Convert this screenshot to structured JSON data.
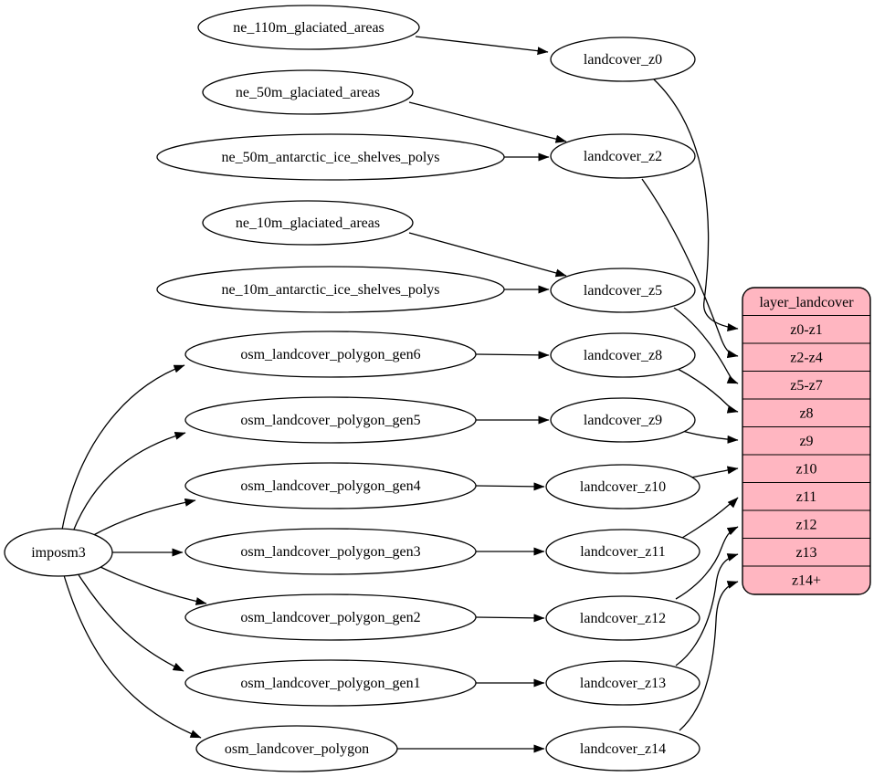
{
  "colors": {
    "table_fill": "#ffb6c1",
    "node_fill": "#ffffff",
    "edge_stroke": "#000000"
  },
  "nodes": {
    "ne_110m_glaciated_areas": "ne_110m_glaciated_areas",
    "ne_50m_glaciated_areas": "ne_50m_glaciated_areas",
    "ne_50m_antarctic_ice_shelves_polys": "ne_50m_antarctic_ice_shelves_polys",
    "ne_10m_glaciated_areas": "ne_10m_glaciated_areas",
    "ne_10m_antarctic_ice_shelves_polys": "ne_10m_antarctic_ice_shelves_polys",
    "osm_landcover_polygon_gen6": "osm_landcover_polygon_gen6",
    "osm_landcover_polygon_gen5": "osm_landcover_polygon_gen5",
    "osm_landcover_polygon_gen4": "osm_landcover_polygon_gen4",
    "osm_landcover_polygon_gen3": "osm_landcover_polygon_gen3",
    "osm_landcover_polygon_gen2": "osm_landcover_polygon_gen2",
    "osm_landcover_polygon_gen1": "osm_landcover_polygon_gen1",
    "osm_landcover_polygon": "osm_landcover_polygon",
    "imposm3": "imposm3",
    "landcover_z0": "landcover_z0",
    "landcover_z2": "landcover_z2",
    "landcover_z5": "landcover_z5",
    "landcover_z8": "landcover_z8",
    "landcover_z9": "landcover_z9",
    "landcover_z10": "landcover_z10",
    "landcover_z11": "landcover_z11",
    "landcover_z12": "landcover_z12",
    "landcover_z13": "landcover_z13",
    "landcover_z14": "landcover_z14"
  },
  "table": {
    "title": "layer_landcover",
    "rows": [
      "z0-z1",
      "z2-z4",
      "z5-z7",
      "z8",
      "z9",
      "z10",
      "z11",
      "z12",
      "z13",
      "z14+"
    ]
  },
  "edges": [
    {
      "from": "ne_110m_glaciated_areas",
      "to": "landcover_z0"
    },
    {
      "from": "ne_50m_glaciated_areas",
      "to": "landcover_z2"
    },
    {
      "from": "ne_50m_antarctic_ice_shelves_polys",
      "to": "landcover_z2"
    },
    {
      "from": "ne_10m_glaciated_areas",
      "to": "landcover_z5"
    },
    {
      "from": "ne_10m_antarctic_ice_shelves_polys",
      "to": "landcover_z5"
    },
    {
      "from": "osm_landcover_polygon_gen6",
      "to": "landcover_z8"
    },
    {
      "from": "osm_landcover_polygon_gen5",
      "to": "landcover_z9"
    },
    {
      "from": "osm_landcover_polygon_gen4",
      "to": "landcover_z10"
    },
    {
      "from": "osm_landcover_polygon_gen3",
      "to": "landcover_z11"
    },
    {
      "from": "osm_landcover_polygon_gen2",
      "to": "landcover_z12"
    },
    {
      "from": "osm_landcover_polygon_gen1",
      "to": "landcover_z13"
    },
    {
      "from": "osm_landcover_polygon",
      "to": "landcover_z14"
    },
    {
      "from": "imposm3",
      "to": "osm_landcover_polygon_gen6"
    },
    {
      "from": "imposm3",
      "to": "osm_landcover_polygon_gen5"
    },
    {
      "from": "imposm3",
      "to": "osm_landcover_polygon_gen4"
    },
    {
      "from": "imposm3",
      "to": "osm_landcover_polygon_gen3"
    },
    {
      "from": "imposm3",
      "to": "osm_landcover_polygon_gen2"
    },
    {
      "from": "imposm3",
      "to": "osm_landcover_polygon_gen1"
    },
    {
      "from": "imposm3",
      "to": "osm_landcover_polygon"
    },
    {
      "from": "landcover_z0",
      "to": "layer_landcover:z0-z1"
    },
    {
      "from": "landcover_z2",
      "to": "layer_landcover:z2-z4"
    },
    {
      "from": "landcover_z5",
      "to": "layer_landcover:z5-z7"
    },
    {
      "from": "landcover_z8",
      "to": "layer_landcover:z8"
    },
    {
      "from": "landcover_z9",
      "to": "layer_landcover:z9"
    },
    {
      "from": "landcover_z10",
      "to": "layer_landcover:z10"
    },
    {
      "from": "landcover_z11",
      "to": "layer_landcover:z11"
    },
    {
      "from": "landcover_z12",
      "to": "layer_landcover:z12"
    },
    {
      "from": "landcover_z13",
      "to": "layer_landcover:z13"
    },
    {
      "from": "landcover_z14",
      "to": "layer_landcover:z14+"
    }
  ]
}
